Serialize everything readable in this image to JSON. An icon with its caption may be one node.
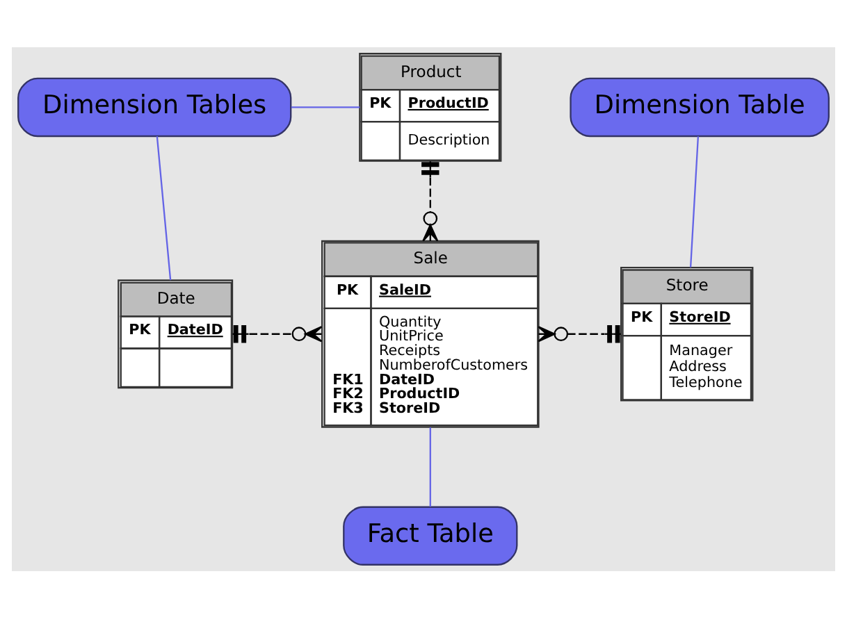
{
  "diagram": {
    "nodes": [
      {
        "text": [
          "Product",
          "PK",
          "ProductID",
          "Description"
        ]
      },
      {
        "text": [
          "Dimension Tables"
        ]
      },
      {
        "text": [
          "Dimension Table"
        ]
      },
      {
        "text": [
          "Date",
          "PK",
          "DateID"
        ]
      },
      {
        "text": [
          "Sale",
          "PK",
          "SaleID",
          "Quantity",
          "UnitPrice",
          "Receipts",
          "NumberofCustomers",
          "FK1",
          "DateID",
          "FK2",
          "ProductID",
          "FK3",
          "StoreID"
        ]
      },
      {
        "text": [
          "Store",
          "PK",
          "StoreID",
          "Manager",
          "Address",
          "Telephone"
        ]
      },
      {
        "text": [
          "Fact Table"
        ]
      }
    ],
    "edges": [
      {
        "from": 0,
        "to": 4,
        "arrow": "other",
        "style": "dashed",
        "color": "#000000"
      },
      {
        "from": 3,
        "to": 4,
        "arrow": "other",
        "style": "dashed",
        "color": "#000000"
      },
      {
        "from": 5,
        "to": 4,
        "arrow": "other",
        "style": "dashed",
        "color": "#000000"
      },
      {
        "from": 1,
        "to": 0,
        "arrow": "none"
      },
      {
        "from": 1,
        "to": 3,
        "arrow": "none"
      },
      {
        "from": 2,
        "to": 5,
        "arrow": "none"
      },
      {
        "from": 6,
        "to": 4,
        "arrow": "none"
      }
    ]
  }
}
